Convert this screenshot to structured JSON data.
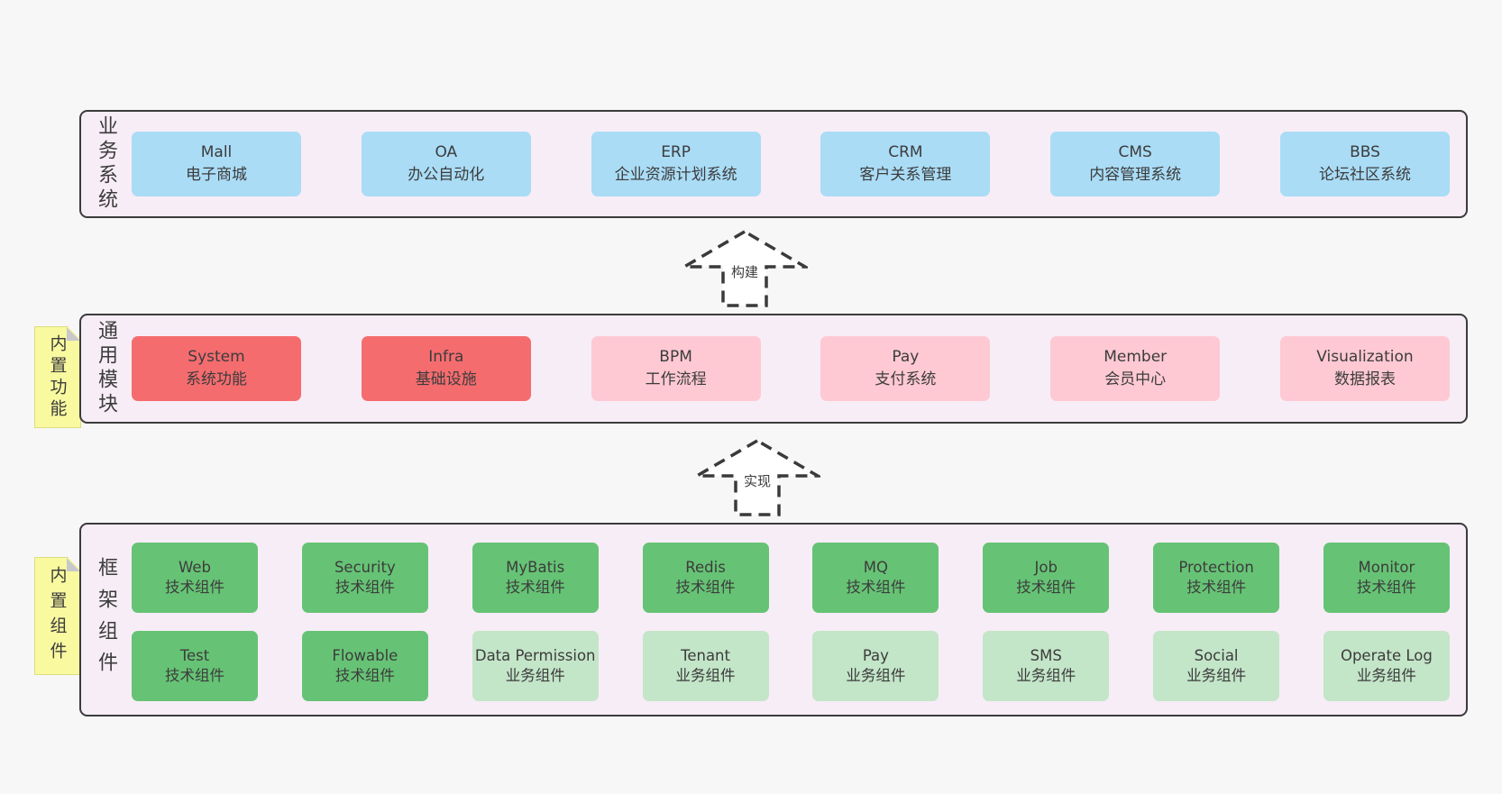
{
  "colors": {
    "page_bg": "#f7f7f7",
    "container_bg": "#f7edf6",
    "container_border": "#3b3b3b",
    "blue_box": "#aadcf6",
    "red_box": "#f56c6f",
    "pink_box": "#fec9d3",
    "green_box": "#66c375",
    "light_green_box": "#c3e5c8",
    "sticky_note": "#f9f9a0",
    "text": "#3c3c3c"
  },
  "arrows": [
    {
      "label": "构建",
      "direction": "up"
    },
    {
      "label": "实现",
      "direction": "up"
    }
  ],
  "layers": [
    {
      "id": "business-systems",
      "label": "业务系统",
      "boxes": [
        {
          "title": "Mall",
          "subtitle": "电子商城",
          "variant": "blue"
        },
        {
          "title": "OA",
          "subtitle": "办公自动化",
          "variant": "blue"
        },
        {
          "title": "ERP",
          "subtitle": "企业资源计划系统",
          "variant": "blue"
        },
        {
          "title": "CRM",
          "subtitle": "客户关系管理",
          "variant": "blue"
        },
        {
          "title": "CMS",
          "subtitle": "内容管理系统",
          "variant": "blue"
        },
        {
          "title": "BBS",
          "subtitle": "论坛社区系统",
          "variant": "blue"
        }
      ]
    },
    {
      "id": "common-modules",
      "label": "通用模块",
      "sticky": "内置功能",
      "boxes": [
        {
          "title": "System",
          "subtitle": "系统功能",
          "variant": "red"
        },
        {
          "title": "Infra",
          "subtitle": "基础设施",
          "variant": "red"
        },
        {
          "title": "BPM",
          "subtitle": "工作流程",
          "variant": "pink"
        },
        {
          "title": "Pay",
          "subtitle": "支付系统",
          "variant": "pink"
        },
        {
          "title": "Member",
          "subtitle": "会员中心",
          "variant": "pink"
        },
        {
          "title": "Visualization",
          "subtitle": "数据报表",
          "variant": "pink"
        }
      ]
    },
    {
      "id": "framework-components",
      "label": "框架组件",
      "sticky": "内置组件",
      "row1": [
        {
          "title": "Web",
          "subtitle": "技术组件",
          "variant": "green"
        },
        {
          "title": "Security",
          "subtitle": "技术组件",
          "variant": "green"
        },
        {
          "title": "MyBatis",
          "subtitle": "技术组件",
          "variant": "green"
        },
        {
          "title": "Redis",
          "subtitle": "技术组件",
          "variant": "green"
        },
        {
          "title": "MQ",
          "subtitle": "技术组件",
          "variant": "green"
        },
        {
          "title": "Job",
          "subtitle": "技术组件",
          "variant": "green"
        },
        {
          "title": "Protection",
          "subtitle": "技术组件",
          "variant": "green"
        },
        {
          "title": "Monitor",
          "subtitle": "技术组件",
          "variant": "green"
        }
      ],
      "row2": [
        {
          "title": "Test",
          "subtitle": "技术组件",
          "variant": "green"
        },
        {
          "title": "Flowable",
          "subtitle": "技术组件",
          "variant": "green"
        },
        {
          "title": "Data Permission",
          "subtitle": "业务组件",
          "variant": "lightgreen"
        },
        {
          "title": "Tenant",
          "subtitle": "业务组件",
          "variant": "lightgreen"
        },
        {
          "title": "Pay",
          "subtitle": "业务组件",
          "variant": "lightgreen"
        },
        {
          "title": "SMS",
          "subtitle": "业务组件",
          "variant": "lightgreen"
        },
        {
          "title": "Social",
          "subtitle": "业务组件",
          "variant": "lightgreen"
        },
        {
          "title": "Operate Log",
          "subtitle": "业务组件",
          "variant": "lightgreen"
        }
      ]
    }
  ]
}
